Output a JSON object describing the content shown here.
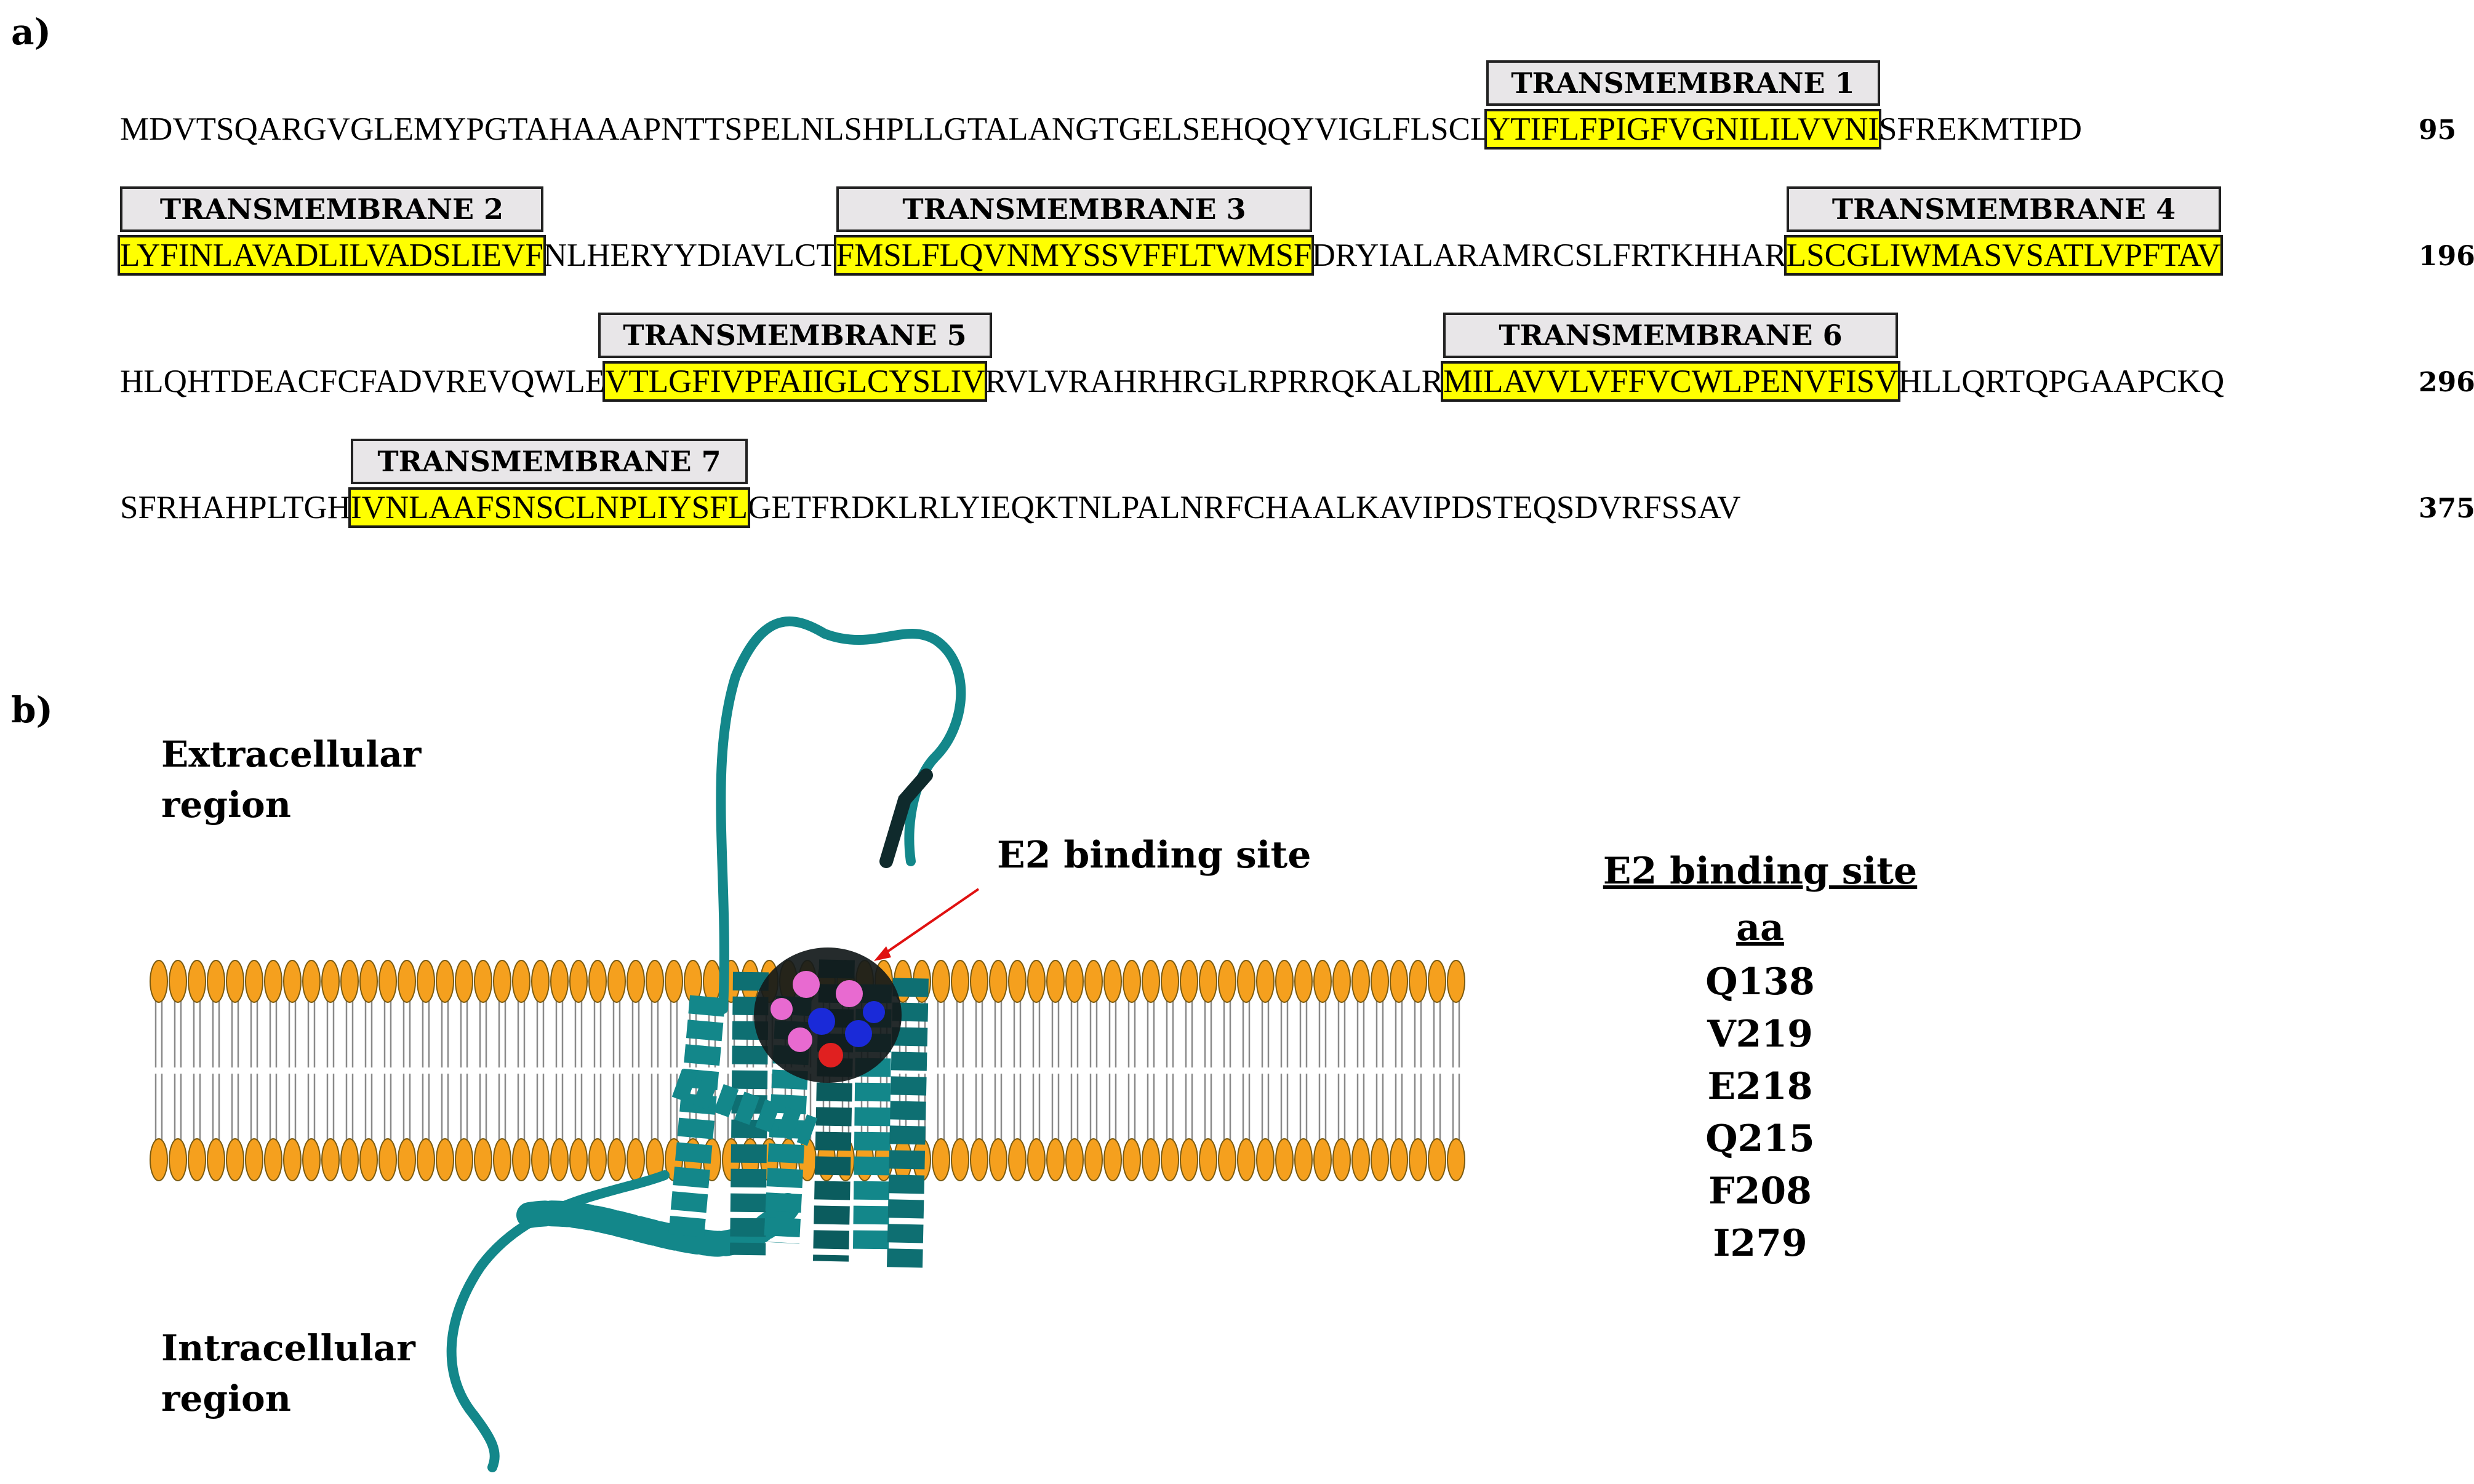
{
  "panel_a_label": "a)",
  "panel_b_label": "b)",
  "sequence_rows": [
    {
      "number": "95",
      "segments": [
        {
          "text": "MDVTSQARGVGLEMYPGTAHAAAPNTTSPELNLSHPLLGTALANGTGELSEHQQYVIGLFLSCL",
          "tm": false
        },
        {
          "text": "YTIFLFPIGFVGNILILVVNI",
          "tm": true,
          "label": "TRANSMEMBRANE 1"
        },
        {
          "text": "SFREKMTIPD",
          "tm": false
        }
      ]
    },
    {
      "number": "196",
      "segments": [
        {
          "text": "LYFINLAVADLILVADSLIEVF",
          "tm": true,
          "label": "TRANSMEMBRANE 2"
        },
        {
          "text": "NLHERYYDIAVLCT",
          "tm": false
        },
        {
          "text": "FMSLFLQVNMYSSVFFLTWMSF",
          "tm": true,
          "label": "TRANSMEMBRANE 3"
        },
        {
          "text": "DRYIALARAMRCSLFRTKHHAR",
          "tm": false
        },
        {
          "text": "LSCGLIWMASVSATLVPFTAV",
          "tm": true,
          "label": "TRANSMEMBRANE 4"
        }
      ]
    },
    {
      "number": "296",
      "segments": [
        {
          "text": "HLQHTDEACFCFADVREVQWLE",
          "tm": false
        },
        {
          "text": "VTLGFIVPFAIIGLCYSLIV",
          "tm": true,
          "label": "TRANSMEMBRANE 5"
        },
        {
          "text": "RVLVRAHRHRGLRPRRQKALR",
          "tm": false
        },
        {
          "text": "MILAVVLVFFVCWLPENVFISV",
          "tm": true,
          "label": "TRANSMEMBRANE 6"
        },
        {
          "text": "HLLQRTQPGAAPCKQ",
          "tm": false
        }
      ]
    },
    {
      "number": "375",
      "segments": [
        {
          "text": "SFRHAHPLTGH",
          "tm": false
        },
        {
          "text": "IVNLAAFSNSCLNPLIYSFL",
          "tm": true,
          "label": "TRANSMEMBRANE 7"
        },
        {
          "text": "GETFRDKLRLYIEQKTNLPALNRFCHAALKAVIPDSTEQSDVRFSSAV",
          "tm": false
        }
      ]
    }
  ],
  "regions": {
    "extracellular": [
      "Extracellular",
      "region"
    ],
    "intracellular": [
      "Intracellular",
      "region"
    ]
  },
  "binding_site_label": "E2 binding site",
  "binding_site_list": {
    "title": "E2 binding site aa",
    "residues": [
      "Q138",
      "V219",
      "E218",
      "Q215",
      "F208",
      "I279"
    ]
  },
  "colors": {
    "tm_highlight": "#ffff00",
    "lipid_head": "#f5a01e",
    "protein": "#13878a",
    "arrow": "#e01010"
  }
}
